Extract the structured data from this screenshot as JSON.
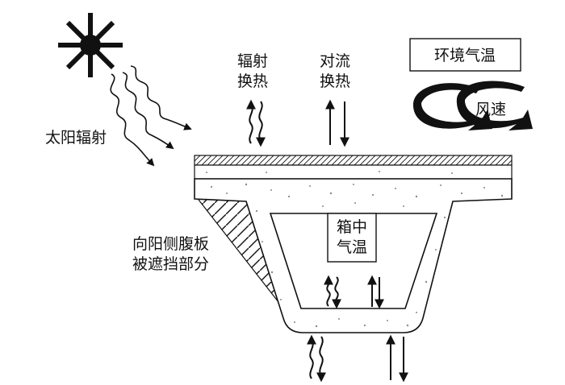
{
  "labels": {
    "solar_radiation": "太阳辐射",
    "radiation_exchange": [
      "辐射",
      "换热"
    ],
    "convection_exchange": [
      "对流",
      "换热"
    ],
    "ambient_temp": "环境气温",
    "wind_speed": "风速",
    "box_air_temp": [
      "箱中",
      "气温"
    ],
    "shaded_web": [
      "向阳侧腹板",
      "被遮挡部分"
    ]
  },
  "colors": {
    "line": "#111111",
    "concrete": "#ffffff",
    "speckle": "#8a8a8a"
  },
  "icons": [
    "sun-icon",
    "wavy-arrow-icon",
    "double-arrow-icon",
    "wind-swirl-icon"
  ]
}
